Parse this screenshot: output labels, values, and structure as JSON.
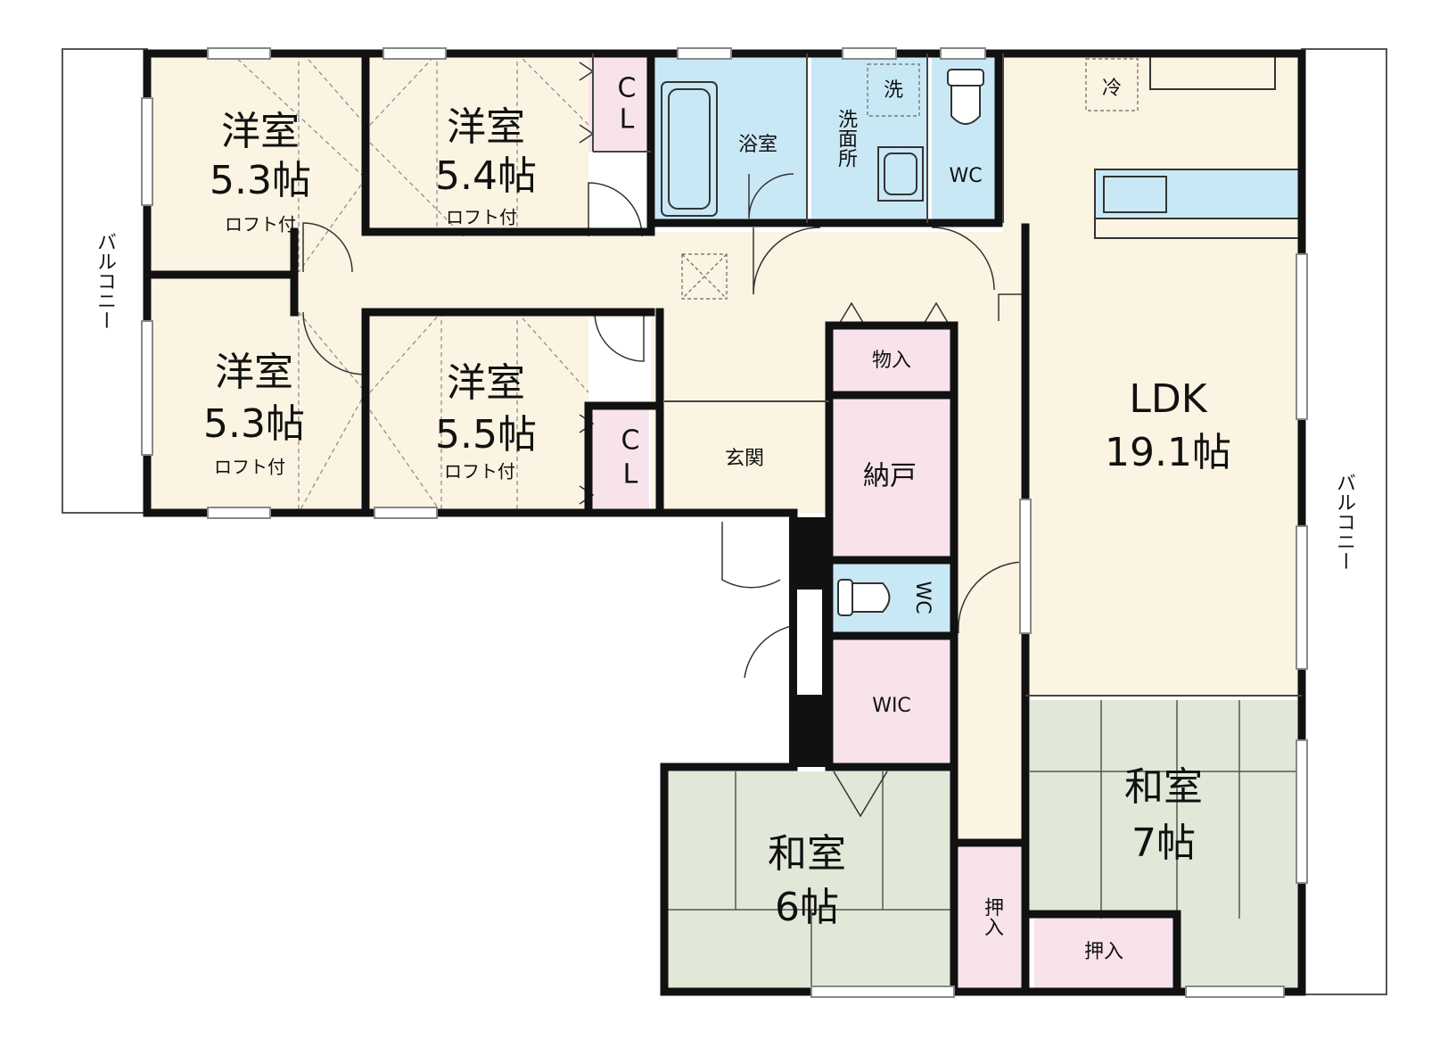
{
  "floorplan": {
    "rooms": {
      "western_1": {
        "name": "洋室",
        "size": "5.3帖",
        "note": "ロフト付"
      },
      "western_2": {
        "name": "洋室",
        "size": "5.4帖",
        "note": "ロフト付"
      },
      "western_3": {
        "name": "洋室",
        "size": "5.3帖",
        "note": "ロフト付"
      },
      "western_4": {
        "name": "洋室",
        "size": "5.5帖",
        "note": "ロフト付"
      },
      "ldk": {
        "name": "LDK",
        "size": "19.1帖"
      },
      "japanese_1": {
        "name": "和室",
        "size": "6帖"
      },
      "japanese_2": {
        "name": "和室",
        "size": "7帖"
      },
      "bath": "浴室",
      "washroom": "洗面所",
      "washer": "洗",
      "wc_top": "WC",
      "wc_mid": "WC",
      "storage": "物入",
      "nando": "納戸",
      "entrance": "玄関",
      "wic": "WIC",
      "closet_1": "CL",
      "closet_2": "CL",
      "oshiire_1": "押入",
      "oshiire_2": "押入",
      "fridge": "冷",
      "balcony_left": "バルコニー",
      "balcony_right": "バルコニー"
    },
    "colors": {
      "wall": "#111111",
      "western_floor": "#fbf4e2",
      "japanese_floor": "#e2e8d8",
      "wet_area": "#c9e8f6",
      "storage": "#f8e3ec",
      "balcony": "#ffffff"
    }
  }
}
